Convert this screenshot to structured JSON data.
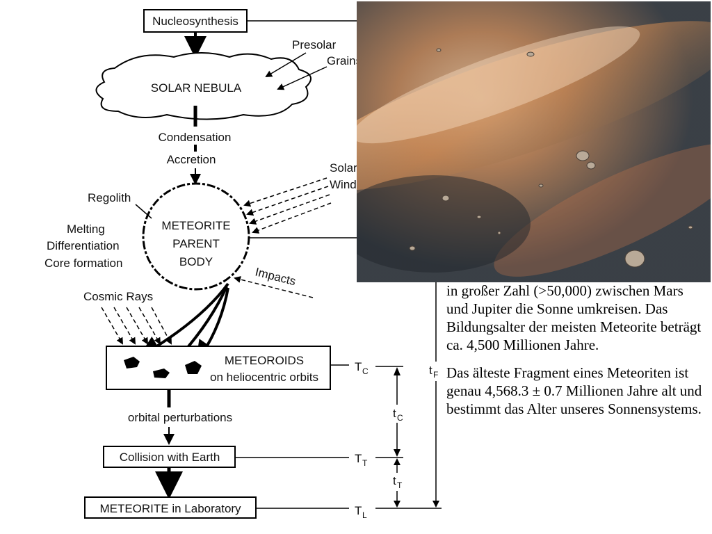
{
  "diagram": {
    "nucleosynthesis": "Nucleosynthesis",
    "presolar_line1": "Presolar",
    "presolar_line2": "Grains",
    "solar_nebula": "SOLAR NEBULA",
    "condensation": "Condensation",
    "accretion": "Accretion",
    "solar_wind_line1": "Solar",
    "solar_wind_line2": "Wind",
    "regolith": "Regolith",
    "parent_body_line1": "METEORITE",
    "parent_body_line2": "PARENT",
    "parent_body_line3": "BODY",
    "melting": "Melting",
    "differentiation": "Differentiation",
    "core_formation": "Core formation",
    "impacts": "Impacts",
    "cosmic_rays": "Cosmic Rays",
    "meteoroids_line1": "METEOROIDS",
    "meteoroids_line2": "on heliocentric orbits",
    "orbital_perturbations": "orbital perturbations",
    "collision": "Collision with Earth",
    "laboratory": "METEORITE in Laboratory",
    "T": "T",
    "t": "t",
    "sub_C": "C",
    "sub_T": "T",
    "sub_L": "L",
    "sub_F": "F"
  },
  "text": {
    "paragraph1": "in großer Zahl (>50,000) zwischen Mars und Jupiter die Sonne umkreisen. Das Bildungsalter der meisten Meteorite beträgt ca. 4,500 Millionen Jahre.",
    "paragraph2": "Das älteste Fragment eines Meteoriten ist genau 4,568.3 ± 0.7 Millionen Jahre alt und bestimmt das Alter unseres Sonnensystems."
  }
}
